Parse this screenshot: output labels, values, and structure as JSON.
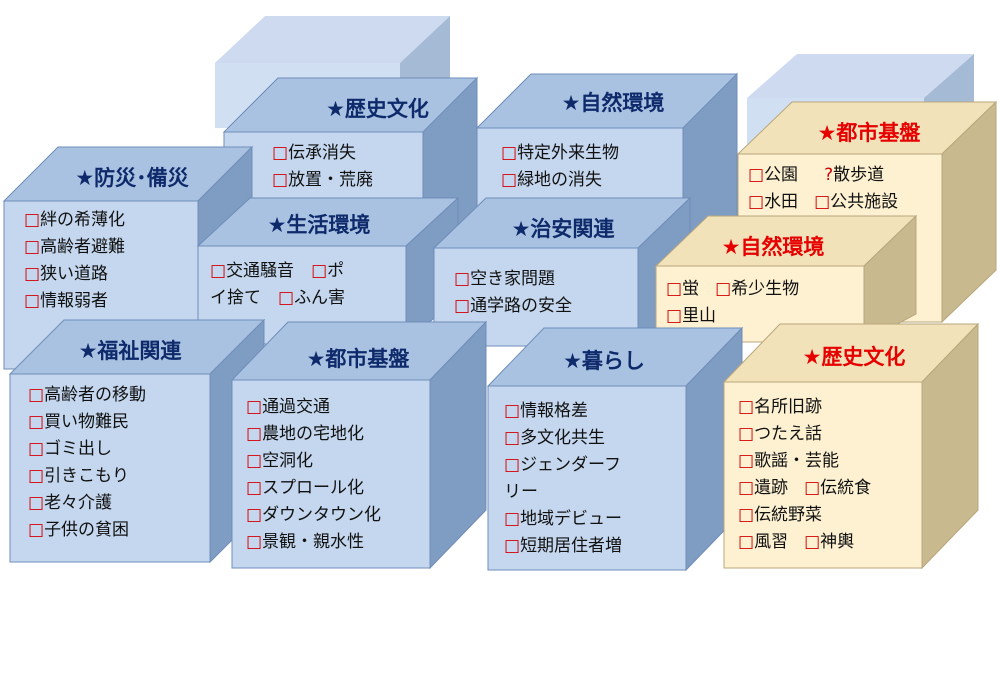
{
  "colors": {
    "blue_front": "#c4d7ee",
    "blue_top": "#a9c2e2",
    "blue_side": "#7f9cc3",
    "cream_front": "#fdf1d2",
    "cream_top": "#f2e2ba",
    "cream_side": "#c9b98f",
    "blue_title": "#0e2a6b",
    "red_title": "#e60000",
    "checkbox": "#d40000"
  },
  "checkbox_glyph": "□",
  "cubes": {
    "bousai": {
      "title": "★防災･備災",
      "items": [
        "絆の希薄化",
        "高齢者避難",
        "狭い道路",
        "情報弱者"
      ]
    },
    "rekishi": {
      "title": "★歴史文化",
      "items": [
        "伝承消失",
        "放置・荒廃"
      ]
    },
    "shizen": {
      "title": "★自然環境",
      "items": [
        "特定外来生物",
        "緑地の消失"
      ]
    },
    "seikatsu": {
      "title": "★生活環境",
      "line1": "交通騒音　",
      "line1b": "ポ",
      "line2": "イ捨て　",
      "line2b": "ふん害"
    },
    "chian": {
      "title": "★治安関連",
      "items": [
        "空き家問題",
        "通学路の安全"
      ]
    },
    "fukushi": {
      "title": "★福祉関連",
      "items": [
        "高齢者の移動",
        "買い物難民",
        "ゴミ出し",
        "引きこもり",
        "老々介護",
        "子供の貧困"
      ]
    },
    "toshi": {
      "title": "★都市基盤",
      "items": [
        "通過交通",
        "農地の宅地化",
        "空洞化",
        "スプロール化",
        "ダウンタウン化",
        "景観・親水性"
      ]
    },
    "kurashi": {
      "title": "★暮らし",
      "items": [
        "情報格差",
        "多文化共生",
        "ジェンダーフ",
        "リー",
        "地域デビュー",
        "短期居住者増"
      ]
    },
    "toshi2": {
      "title": "★都市基盤",
      "row1": [
        "公園",
        "散歩道"
      ],
      "q_mark": "?",
      "row2": [
        "水田",
        "公共施設"
      ]
    },
    "shizen2": {
      "title": "★自然環境",
      "row1": [
        "蛍",
        "希少生物"
      ],
      "row2": [
        "里山"
      ]
    },
    "rekishi2": {
      "title": "★歴史文化",
      "items": [
        "名所旧跡",
        "つたえ話",
        "歌謡・芸能"
      ],
      "row4": [
        "遺跡",
        "伝統食"
      ],
      "item5": "伝統野菜",
      "row6": [
        "風習",
        "神輿"
      ]
    }
  }
}
